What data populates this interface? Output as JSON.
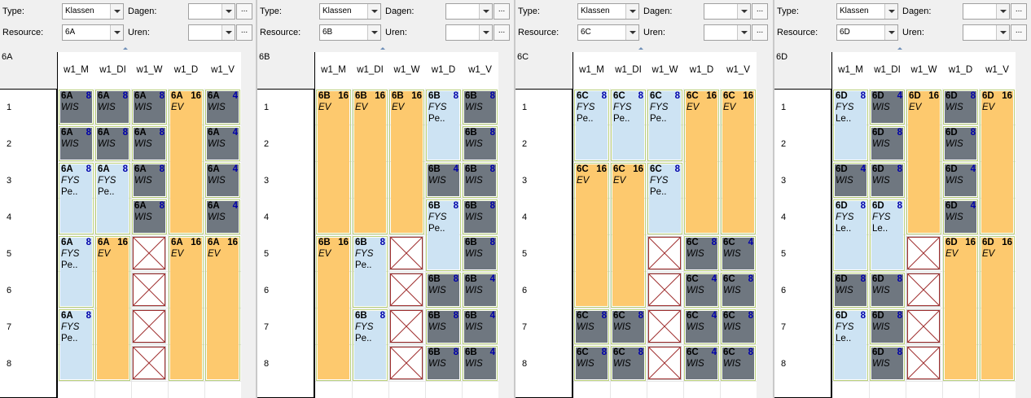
{
  "labels": {
    "type": "Type:",
    "resource": "Resource:",
    "dagen": "Dagen:",
    "uren": "Uren:",
    "ellipsis": "..."
  },
  "type_value": "Klassen",
  "columns": [
    "w1_M",
    "w1_DI",
    "w1_W",
    "w1_D",
    "w1_V"
  ],
  "rows": [
    "1",
    "2",
    "3",
    "4",
    "5",
    "6",
    "7",
    "8"
  ],
  "colors": {
    "wis": "#6f7780",
    "fys": "#cde3f3",
    "ev": "#fdc96e",
    "border": "#b9d07b",
    "count": "#0000aa",
    "blocked_x": "#a03030"
  },
  "panels": [
    {
      "resource": "6A",
      "cards": [
        {
          "col": 0,
          "row": 0,
          "span": 1,
          "kind": "wis",
          "title": "6A",
          "num": "8",
          "subject": "WIS",
          "extra": ""
        },
        {
          "col": 1,
          "row": 0,
          "span": 1,
          "kind": "wis",
          "title": "6A",
          "num": "8",
          "subject": "WIS",
          "extra": ""
        },
        {
          "col": 2,
          "row": 0,
          "span": 1,
          "kind": "wis",
          "title": "6A",
          "num": "8",
          "subject": "WIS",
          "extra": ""
        },
        {
          "col": 3,
          "row": 0,
          "span": 4,
          "kind": "ev",
          "title": "6A",
          "num": "16",
          "subject": "EV",
          "extra": ""
        },
        {
          "col": 4,
          "row": 0,
          "span": 1,
          "kind": "wis",
          "title": "6A",
          "num": "4",
          "subject": "WIS",
          "extra": ""
        },
        {
          "col": 0,
          "row": 1,
          "span": 1,
          "kind": "wis",
          "title": "6A",
          "num": "8",
          "subject": "WIS",
          "extra": ""
        },
        {
          "col": 1,
          "row": 1,
          "span": 1,
          "kind": "wis",
          "title": "6A",
          "num": "8",
          "subject": "WIS",
          "extra": ""
        },
        {
          "col": 2,
          "row": 1,
          "span": 1,
          "kind": "wis",
          "title": "6A",
          "num": "8",
          "subject": "WIS",
          "extra": ""
        },
        {
          "col": 4,
          "row": 1,
          "span": 1,
          "kind": "wis",
          "title": "6A",
          "num": "4",
          "subject": "WIS",
          "extra": ""
        },
        {
          "col": 0,
          "row": 2,
          "span": 2,
          "kind": "fys",
          "title": "6A",
          "num": "8",
          "subject": "FYS",
          "extra": "Pe.."
        },
        {
          "col": 1,
          "row": 2,
          "span": 2,
          "kind": "fys",
          "title": "6A",
          "num": "8",
          "subject": "FYS",
          "extra": "Pe.."
        },
        {
          "col": 2,
          "row": 2,
          "span": 1,
          "kind": "wis",
          "title": "6A",
          "num": "8",
          "subject": "WIS",
          "extra": ""
        },
        {
          "col": 4,
          "row": 2,
          "span": 1,
          "kind": "wis",
          "title": "6A",
          "num": "4",
          "subject": "WIS",
          "extra": ""
        },
        {
          "col": 2,
          "row": 3,
          "span": 1,
          "kind": "wis",
          "title": "6A",
          "num": "8",
          "subject": "WIS",
          "extra": ""
        },
        {
          "col": 4,
          "row": 3,
          "span": 1,
          "kind": "wis",
          "title": "6A",
          "num": "4",
          "subject": "WIS",
          "extra": ""
        },
        {
          "col": 0,
          "row": 4,
          "span": 2,
          "kind": "fys",
          "title": "6A",
          "num": "8",
          "subject": "FYS",
          "extra": "Pe.."
        },
        {
          "col": 1,
          "row": 4,
          "span": 4,
          "kind": "ev",
          "title": "6A",
          "num": "16",
          "subject": "EV",
          "extra": ""
        },
        {
          "col": 3,
          "row": 4,
          "span": 4,
          "kind": "ev",
          "title": "6A",
          "num": "16",
          "subject": "EV",
          "extra": ""
        },
        {
          "col": 4,
          "row": 4,
          "span": 4,
          "kind": "ev",
          "title": "6A",
          "num": "16",
          "subject": "EV",
          "extra": ""
        },
        {
          "col": 0,
          "row": 6,
          "span": 2,
          "kind": "fys",
          "title": "6A",
          "num": "8",
          "subject": "FYS",
          "extra": "Pe.."
        }
      ],
      "blocked": [
        {
          "col": 2,
          "row": 4
        },
        {
          "col": 2,
          "row": 5
        },
        {
          "col": 2,
          "row": 6
        },
        {
          "col": 2,
          "row": 7
        }
      ]
    },
    {
      "resource": "6B",
      "cards": [
        {
          "col": 0,
          "row": 0,
          "span": 4,
          "kind": "ev",
          "title": "6B",
          "num": "16",
          "subject": "EV",
          "extra": ""
        },
        {
          "col": 1,
          "row": 0,
          "span": 4,
          "kind": "ev",
          "title": "6B",
          "num": "16",
          "subject": "EV",
          "extra": ""
        },
        {
          "col": 2,
          "row": 0,
          "span": 4,
          "kind": "ev",
          "title": "6B",
          "num": "16",
          "subject": "EV",
          "extra": ""
        },
        {
          "col": 3,
          "row": 0,
          "span": 2,
          "kind": "fys",
          "title": "6B",
          "num": "8",
          "subject": "FYS",
          "extra": "Pe.."
        },
        {
          "col": 4,
          "row": 0,
          "span": 1,
          "kind": "wis",
          "title": "6B",
          "num": "8",
          "subject": "WIS",
          "extra": ""
        },
        {
          "col": 4,
          "row": 1,
          "span": 1,
          "kind": "wis",
          "title": "6B",
          "num": "8",
          "subject": "WIS",
          "extra": ""
        },
        {
          "col": 3,
          "row": 2,
          "span": 1,
          "kind": "wis",
          "title": "6B",
          "num": "4",
          "subject": "WIS",
          "extra": ""
        },
        {
          "col": 4,
          "row": 2,
          "span": 1,
          "kind": "wis",
          "title": "6B",
          "num": "8",
          "subject": "WIS",
          "extra": ""
        },
        {
          "col": 3,
          "row": 3,
          "span": 2,
          "kind": "fys",
          "title": "6B",
          "num": "8",
          "subject": "FYS",
          "extra": "Pe.."
        },
        {
          "col": 4,
          "row": 3,
          "span": 1,
          "kind": "wis",
          "title": "6B",
          "num": "8",
          "subject": "WIS",
          "extra": ""
        },
        {
          "col": 0,
          "row": 4,
          "span": 4,
          "kind": "ev",
          "title": "6B",
          "num": "16",
          "subject": "EV",
          "extra": ""
        },
        {
          "col": 1,
          "row": 4,
          "span": 2,
          "kind": "fys",
          "title": "6B",
          "num": "8",
          "subject": "FYS",
          "extra": "Pe.."
        },
        {
          "col": 4,
          "row": 4,
          "span": 1,
          "kind": "wis",
          "title": "6B",
          "num": "8",
          "subject": "WIS",
          "extra": ""
        },
        {
          "col": 3,
          "row": 5,
          "span": 1,
          "kind": "wis",
          "title": "6B",
          "num": "8",
          "subject": "WIS",
          "extra": ""
        },
        {
          "col": 4,
          "row": 5,
          "span": 1,
          "kind": "wis",
          "title": "6B",
          "num": "4",
          "subject": "WIS",
          "extra": ""
        },
        {
          "col": 1,
          "row": 6,
          "span": 2,
          "kind": "fys",
          "title": "6B",
          "num": "8",
          "subject": "FYS",
          "extra": "Pe.."
        },
        {
          "col": 3,
          "row": 6,
          "span": 1,
          "kind": "wis",
          "title": "6B",
          "num": "8",
          "subject": "WIS",
          "extra": ""
        },
        {
          "col": 4,
          "row": 6,
          "span": 1,
          "kind": "wis",
          "title": "6B",
          "num": "4",
          "subject": "WIS",
          "extra": ""
        },
        {
          "col": 3,
          "row": 7,
          "span": 1,
          "kind": "wis",
          "title": "6B",
          "num": "8",
          "subject": "WIS",
          "extra": ""
        },
        {
          "col": 4,
          "row": 7,
          "span": 1,
          "kind": "wis",
          "title": "6B",
          "num": "4",
          "subject": "WIS",
          "extra": ""
        }
      ],
      "blocked": [
        {
          "col": 2,
          "row": 4
        },
        {
          "col": 2,
          "row": 5
        },
        {
          "col": 2,
          "row": 6
        },
        {
          "col": 2,
          "row": 7
        }
      ]
    },
    {
      "resource": "6C",
      "cards": [
        {
          "col": 0,
          "row": 0,
          "span": 2,
          "kind": "fys",
          "title": "6C",
          "num": "8",
          "subject": "FYS",
          "extra": "Pe.."
        },
        {
          "col": 1,
          "row": 0,
          "span": 2,
          "kind": "fys",
          "title": "6C",
          "num": "8",
          "subject": "FYS",
          "extra": "Pe.."
        },
        {
          "col": 2,
          "row": 0,
          "span": 2,
          "kind": "fys",
          "title": "6C",
          "num": "8",
          "subject": "FYS",
          "extra": "Pe.."
        },
        {
          "col": 3,
          "row": 0,
          "span": 4,
          "kind": "ev",
          "title": "6C",
          "num": "16",
          "subject": "EV",
          "extra": ""
        },
        {
          "col": 4,
          "row": 0,
          "span": 4,
          "kind": "ev",
          "title": "6C",
          "num": "16",
          "subject": "EV",
          "extra": ""
        },
        {
          "col": 0,
          "row": 2,
          "span": 4,
          "kind": "ev",
          "title": "6C",
          "num": "16",
          "subject": "EV",
          "extra": ""
        },
        {
          "col": 1,
          "row": 2,
          "span": 4,
          "kind": "ev",
          "title": "6C",
          "num": "16",
          "subject": "EV",
          "extra": ""
        },
        {
          "col": 2,
          "row": 2,
          "span": 2,
          "kind": "fys",
          "title": "6C",
          "num": "8",
          "subject": "FYS",
          "extra": "Pe.."
        },
        {
          "col": 3,
          "row": 4,
          "span": 1,
          "kind": "wis",
          "title": "6C",
          "num": "8",
          "subject": "WIS",
          "extra": ""
        },
        {
          "col": 4,
          "row": 4,
          "span": 1,
          "kind": "wis",
          "title": "6C",
          "num": "4",
          "subject": "WIS",
          "extra": ""
        },
        {
          "col": 3,
          "row": 5,
          "span": 1,
          "kind": "wis",
          "title": "6C",
          "num": "4",
          "subject": "WIS",
          "extra": ""
        },
        {
          "col": 4,
          "row": 5,
          "span": 1,
          "kind": "wis",
          "title": "6C",
          "num": "8",
          "subject": "WIS",
          "extra": ""
        },
        {
          "col": 0,
          "row": 6,
          "span": 1,
          "kind": "wis",
          "title": "6C",
          "num": "8",
          "subject": "WIS",
          "extra": ""
        },
        {
          "col": 1,
          "row": 6,
          "span": 1,
          "kind": "wis",
          "title": "6C",
          "num": "8",
          "subject": "WIS",
          "extra": ""
        },
        {
          "col": 3,
          "row": 6,
          "span": 1,
          "kind": "wis",
          "title": "6C",
          "num": "4",
          "subject": "WIS",
          "extra": ""
        },
        {
          "col": 4,
          "row": 6,
          "span": 1,
          "kind": "wis",
          "title": "6C",
          "num": "8",
          "subject": "WIS",
          "extra": ""
        },
        {
          "col": 0,
          "row": 7,
          "span": 1,
          "kind": "wis",
          "title": "6C",
          "num": "8",
          "subject": "WIS",
          "extra": ""
        },
        {
          "col": 1,
          "row": 7,
          "span": 1,
          "kind": "wis",
          "title": "6C",
          "num": "8",
          "subject": "WIS",
          "extra": ""
        },
        {
          "col": 3,
          "row": 7,
          "span": 1,
          "kind": "wis",
          "title": "6C",
          "num": "4",
          "subject": "WIS",
          "extra": ""
        },
        {
          "col": 4,
          "row": 7,
          "span": 1,
          "kind": "wis",
          "title": "6C",
          "num": "8",
          "subject": "WIS",
          "extra": ""
        }
      ],
      "blocked": [
        {
          "col": 2,
          "row": 4
        },
        {
          "col": 2,
          "row": 5
        },
        {
          "col": 2,
          "row": 6
        },
        {
          "col": 2,
          "row": 7
        }
      ]
    },
    {
      "resource": "6D",
      "cards": [
        {
          "col": 0,
          "row": 0,
          "span": 2,
          "kind": "fys",
          "title": "6D",
          "num": "8",
          "subject": "FYS",
          "extra": "Le.."
        },
        {
          "col": 1,
          "row": 0,
          "span": 1,
          "kind": "wis",
          "title": "6D",
          "num": "4",
          "subject": "WIS",
          "extra": ""
        },
        {
          "col": 2,
          "row": 0,
          "span": 4,
          "kind": "ev",
          "title": "6D",
          "num": "16",
          "subject": "EV",
          "extra": ""
        },
        {
          "col": 3,
          "row": 0,
          "span": 1,
          "kind": "wis",
          "title": "6D",
          "num": "8",
          "subject": "WIS",
          "extra": ""
        },
        {
          "col": 4,
          "row": 0,
          "span": 4,
          "kind": "ev",
          "title": "6D",
          "num": "16",
          "subject": "EV",
          "extra": ""
        },
        {
          "col": 1,
          "row": 1,
          "span": 1,
          "kind": "wis",
          "title": "6D",
          "num": "8",
          "subject": "WIS",
          "extra": ""
        },
        {
          "col": 3,
          "row": 1,
          "span": 1,
          "kind": "wis",
          "title": "6D",
          "num": "8",
          "subject": "WIS",
          "extra": ""
        },
        {
          "col": 0,
          "row": 2,
          "span": 1,
          "kind": "wis",
          "title": "6D",
          "num": "4",
          "subject": "WIS",
          "extra": ""
        },
        {
          "col": 1,
          "row": 2,
          "span": 1,
          "kind": "wis",
          "title": "6D",
          "num": "8",
          "subject": "WIS",
          "extra": ""
        },
        {
          "col": 3,
          "row": 2,
          "span": 1,
          "kind": "wis",
          "title": "6D",
          "num": "4",
          "subject": "WIS",
          "extra": ""
        },
        {
          "col": 0,
          "row": 3,
          "span": 2,
          "kind": "fys",
          "title": "6D",
          "num": "8",
          "subject": "FYS",
          "extra": "Le.."
        },
        {
          "col": 1,
          "row": 3,
          "span": 2,
          "kind": "fys",
          "title": "6D",
          "num": "8",
          "subject": "FYS",
          "extra": "Le.."
        },
        {
          "col": 3,
          "row": 3,
          "span": 1,
          "kind": "wis",
          "title": "6D",
          "num": "4",
          "subject": "WIS",
          "extra": ""
        },
        {
          "col": 3,
          "row": 4,
          "span": 4,
          "kind": "ev",
          "title": "6D",
          "num": "16",
          "subject": "EV",
          "extra": ""
        },
        {
          "col": 4,
          "row": 4,
          "span": 4,
          "kind": "ev",
          "title": "6D",
          "num": "16",
          "subject": "EV",
          "extra": ""
        },
        {
          "col": 0,
          "row": 5,
          "span": 1,
          "kind": "wis",
          "title": "6D",
          "num": "8",
          "subject": "WIS",
          "extra": ""
        },
        {
          "col": 1,
          "row": 5,
          "span": 1,
          "kind": "wis",
          "title": "6D",
          "num": "8",
          "subject": "WIS",
          "extra": ""
        },
        {
          "col": 0,
          "row": 6,
          "span": 2,
          "kind": "fys",
          "title": "6D",
          "num": "8",
          "subject": "FYS",
          "extra": "Le.."
        },
        {
          "col": 1,
          "row": 6,
          "span": 1,
          "kind": "wis",
          "title": "6D",
          "num": "8",
          "subject": "WIS",
          "extra": ""
        },
        {
          "col": 1,
          "row": 7,
          "span": 1,
          "kind": "wis",
          "title": "6D",
          "num": "8",
          "subject": "WIS",
          "extra": ""
        }
      ],
      "blocked": [
        {
          "col": 2,
          "row": 4
        },
        {
          "col": 2,
          "row": 5
        },
        {
          "col": 2,
          "row": 6
        },
        {
          "col": 2,
          "row": 7
        }
      ]
    }
  ]
}
